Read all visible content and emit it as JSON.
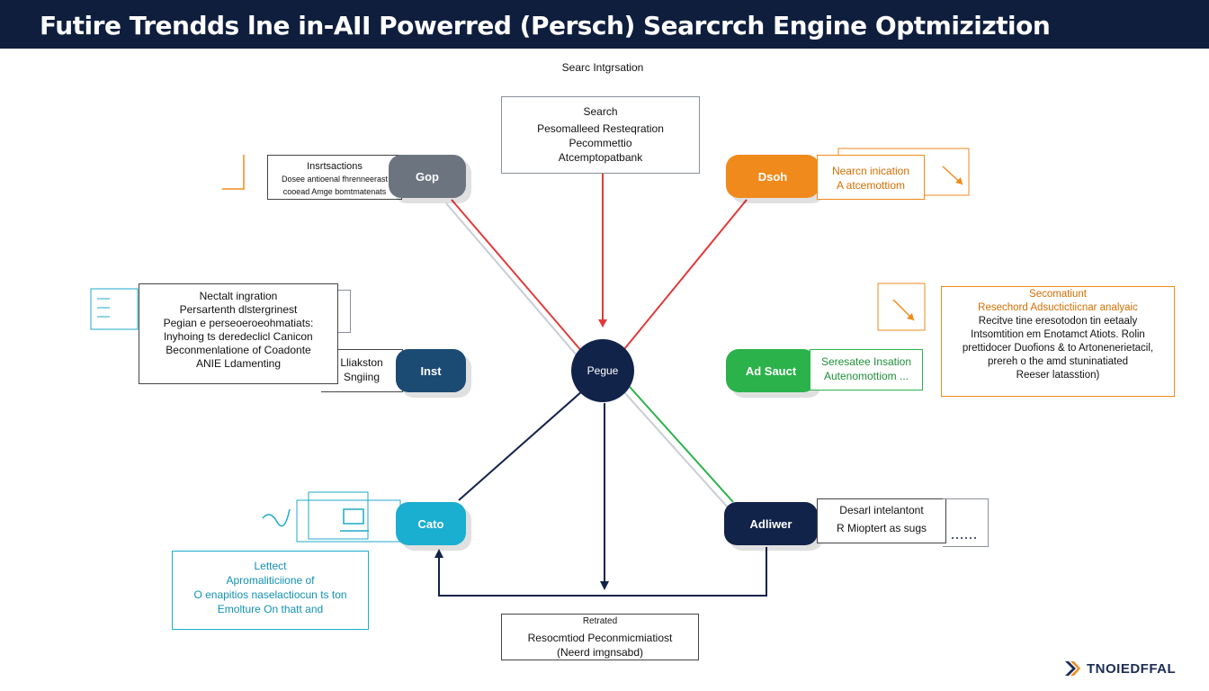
{
  "header": {
    "title": "Futire Trendds lne in-AII Powerred (Persch) Searcrch Engine Optmiziztion"
  },
  "diagram": {
    "top_label": "Searc Intgrsation",
    "hub_label": "Pegue",
    "top_box": {
      "lines": [
        "Search",
        "Pesomalleed Resteqration",
        "Pecommettio",
        "Atcemptopatbank"
      ]
    },
    "upper_left": {
      "pill": "Gop",
      "box": [
        "Insrtsactions",
        "Dosee antioenal fhrenneerast",
        "cooead Amge bomtmatenats"
      ]
    },
    "upper_right": {
      "pill": "Dsoh",
      "box": [
        "Nearcn inication",
        "A atcemottiom"
      ]
    },
    "mid_left": {
      "pill": "Inst",
      "sub": [
        "Lliakston",
        "Sngiing"
      ],
      "box": [
        "Nectalt ingration",
        "Persartenth dlstergrinest",
        "Pegian e perseoeroeohmatiats:",
        "lnyhoing ts deredeclicl Canicon",
        "Beconmenlatione of Coadonte",
        "ANIE Ldamenting"
      ]
    },
    "mid_right": {
      "pill": "Ad Sauct",
      "sub": [
        "Seresatee Insation",
        "Autenomottiom ..."
      ],
      "box": [
        "Secomatiunt",
        "Resechord Adsuctictiicnar analyaic",
        "Recitve tine eresotodon tin eetaaly",
        "Intsomtition em Enotamct Atiots. Rolin",
        "prettidocer Duofions & to Artonenerietacil,",
        "prereh o the amd stuninatiated",
        "Reeser latasstion)"
      ]
    },
    "lower_left": {
      "pill": "Cato",
      "box": [
        "Lettect",
        "Apromaliticiione of",
        "O enapitios naselactiocun ts ton",
        "Emolture On thatt and"
      ]
    },
    "lower_right": {
      "pill": "Adliwer",
      "box": [
        "Desarl intelantont",
        "R Mioptert as sugs"
      ]
    },
    "bottom_box": {
      "lines": [
        "Retrated",
        "Resocmtiod Peconmicmiatiost",
        "(Neerd imgnsabd)"
      ]
    }
  },
  "brand": {
    "name": "TNOIEDFFAL"
  },
  "colors": {
    "navy": "#12234a",
    "gray": "#6c7480",
    "orange": "#f08a1c",
    "green": "#2bb24a",
    "cyan": "#1aaed0",
    "red": "#e03a3a",
    "teal_line": "#1fa9c9"
  }
}
